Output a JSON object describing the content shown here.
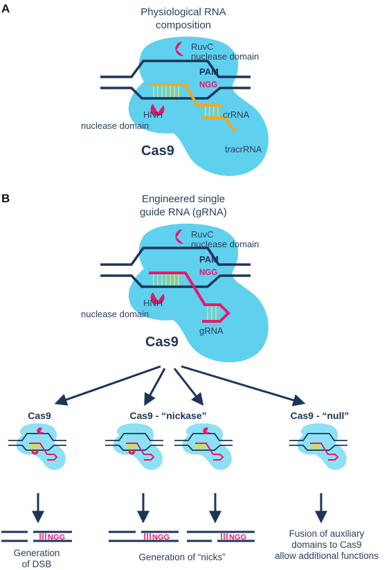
{
  "panel_a": {
    "letter": "A",
    "title_line1": "Physiological RNA",
    "title_line2": "composition",
    "ruvc_line1": "RuvC",
    "ruvc_line2": "nuclease domain",
    "pam": "PAM",
    "ngg": "NGG",
    "hnh_line1": "HNH",
    "hnh_line2": "nuclease domain",
    "crrna": "crRNA",
    "tracrrna": "tracrRNA",
    "protein": "Cas9"
  },
  "panel_b": {
    "letter": "B",
    "title_line1": "Engineered single",
    "title_line2": "guide RNA (gRNA)",
    "ruvc_line1": "RuvC",
    "ruvc_line2": "nuclease domain",
    "pam": "PAM",
    "ngg": "NGG",
    "hnh_line1": "HNH",
    "hnh_line2": "nuclease domain",
    "grna": "gRNA",
    "protein": "Cas9"
  },
  "variants": [
    {
      "title": "Cas9",
      "caption_line1": "Generation",
      "caption_line2": "of DSB"
    },
    {
      "title": "Cas9 - “nickase”",
      "caption_line1": "Generation of “nicks”",
      "caption_line2": ""
    },
    {
      "title": "Cas9 - “null”",
      "caption_line1": "Fusion of auxiliary",
      "caption_line2": "domains to Cas9",
      "caption_line3": "allow additional functions"
    }
  ],
  "product_ngg": "NGG",
  "colors": {
    "protein": "#5fd0ee",
    "protein_light": "#8ee0f5",
    "dna": "#1d3557",
    "nuclease": "#e8176a",
    "crrna": "#f5a623",
    "grna": "#e8176a",
    "duplex": "#c8e06b"
  }
}
